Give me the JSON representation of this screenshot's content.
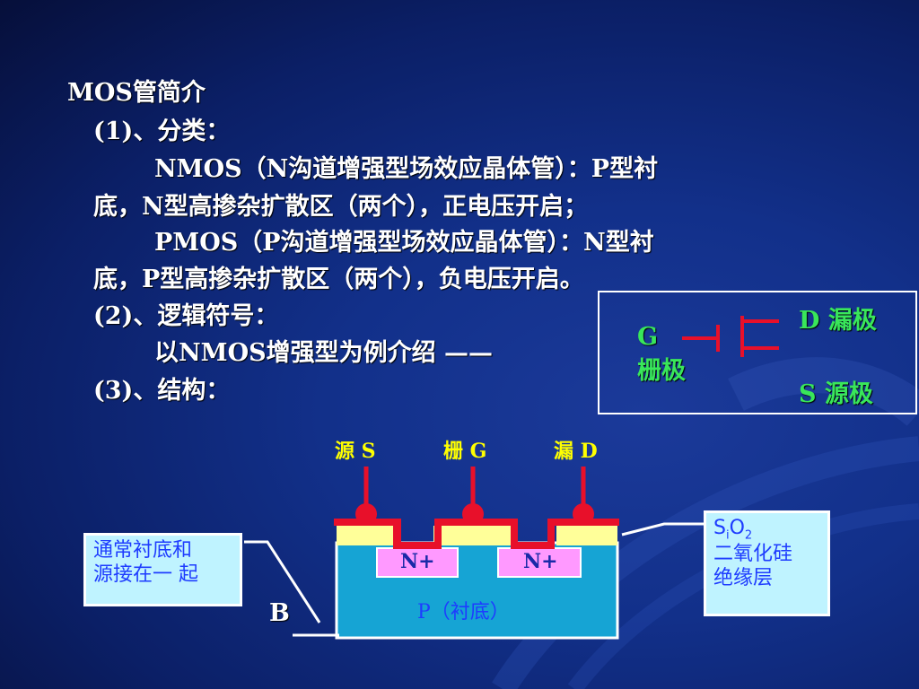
{
  "title": "MOS管简介",
  "lines": {
    "l1": "(1)、分类：",
    "l2": "NMOS（N沟道增强型场效应晶体管）：P型衬",
    "l3": "底，N型高掺杂扩散区（两个），正电压开启；",
    "l4": "PMOS（P沟道增强型场效应晶体管）：N型衬",
    "l5": "底，P型高掺杂扩散区（两个），负电压开启。",
    "l6": "(2)、逻辑符号：",
    "l7": "以NMOS增强型为例介绍 ——",
    "l8": "(3)、结构："
  },
  "symbol": {
    "g": "G",
    "g_cn": "栅极",
    "d": "D 漏极",
    "s": "S 源极"
  },
  "structure": {
    "source": "源 S",
    "gate": "栅 G",
    "drain": "漏  D",
    "n_left": "N+",
    "n_right": "N+",
    "substrate": "P（衬底）",
    "b": "B",
    "callout_left": [
      "通常衬底和",
      "源接在一 起"
    ],
    "callout_right_sio2_s": "S",
    "callout_right_sio2_i": "i",
    "callout_right_sio2_o": "O",
    "callout_right_sio2_2": "2",
    "callout_right": [
      "二氧化硅",
      "绝缘层"
    ]
  },
  "colors": {
    "green": "#39e65a",
    "yellow": "#ffff00",
    "metal_red": "#e8102a",
    "oxide_yellow": "#ffff99",
    "substrate_cyan": "#16a4d4",
    "nplus_pink": "#ff99ff",
    "callout_bg": "#bff3ff"
  }
}
